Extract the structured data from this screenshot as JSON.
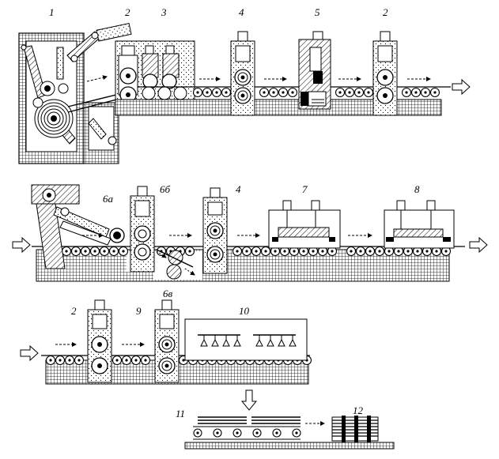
{
  "labels": {
    "l1": "1",
    "l2a": "2",
    "l3": "3",
    "l4a": "4",
    "l5": "5",
    "l2b": "2",
    "l6a": "6а",
    "l6b": "6б",
    "l4b": "4",
    "l7": "7",
    "l8": "8",
    "l6v": "6в",
    "l2c": "2",
    "l9": "9",
    "l10": "10",
    "l11": "11",
    "l12": "12"
  }
}
